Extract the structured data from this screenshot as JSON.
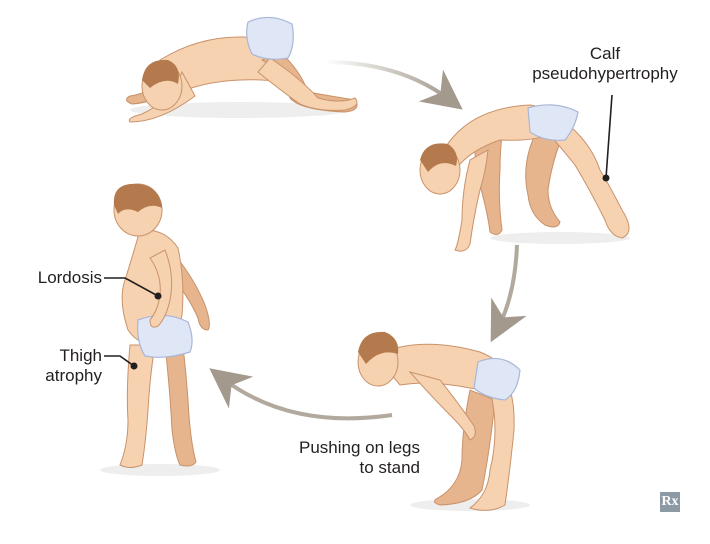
{
  "labels": {
    "calf_line1": "Calf",
    "calf_line2": "pseudohypertrophy",
    "lordosis": "Lordosis",
    "thigh_line1": "Thigh",
    "thigh_line2": "atrophy",
    "pushing_line1": "Pushing on legs",
    "pushing_line2": "to stand"
  },
  "logo": "Rx",
  "colors": {
    "skin": "#f6d2b0",
    "skin_shadow": "#e6b48d",
    "hair": "#b47a4d",
    "underwear": "#dfe6f6",
    "underwear_stroke": "#a9b6d6",
    "arrow": "#a39a8d",
    "leader": "#231f20"
  },
  "figures": [
    "crawling-figure",
    "bear-walk-figure",
    "bending-figure",
    "standing-figure"
  ]
}
